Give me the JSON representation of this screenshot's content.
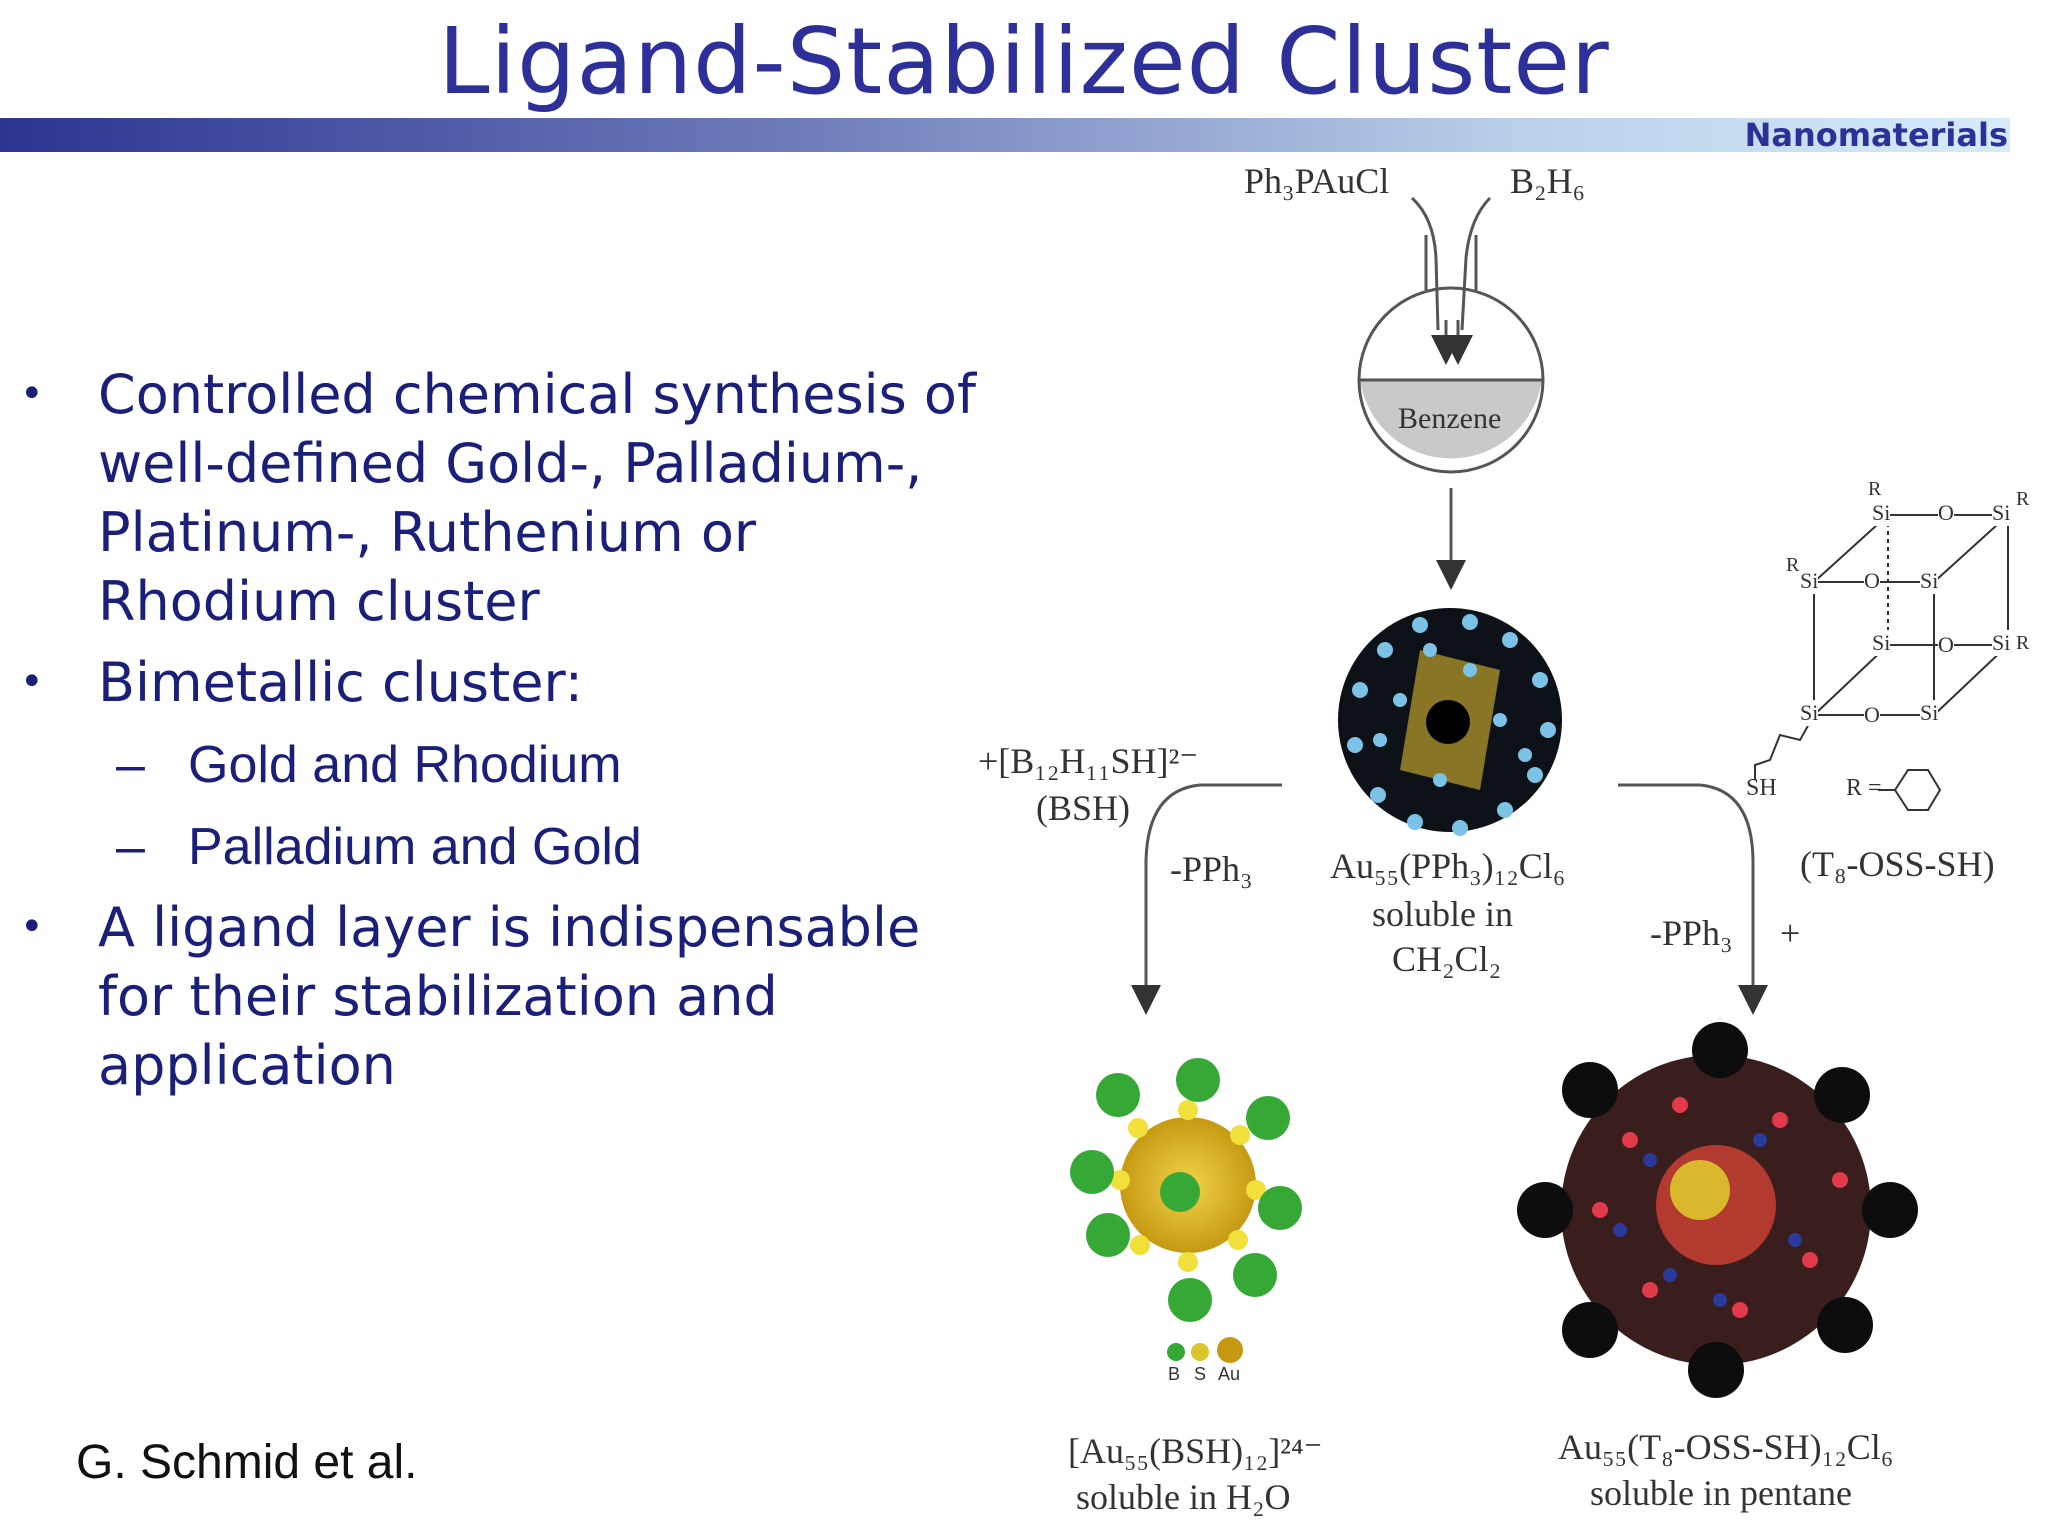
{
  "slide": {
    "title": "Ligand-Stabilized Cluster",
    "section": "Nanomaterials",
    "credit": "G. Schmid et al."
  },
  "bullets": [
    {
      "text": "Controlled chemical synthesis of well-defined Gold-, Palladium-, Platinum-, Ruthenium or Rhodium cluster"
    },
    {
      "text": "Bimetallic cluster:",
      "sub": [
        "Gold and Rhodium",
        "Palladium and Gold"
      ]
    },
    {
      "text": "A ligand layer is indispensable for their stabilization and application"
    }
  ],
  "bullet_glyph": "•",
  "dash_glyph": "–",
  "figure": {
    "reagent_left": "Ph₃PAuCl",
    "reagent_right": "B₂H₆",
    "solvent": "Benzene",
    "center_formula": "Au₅₅(PPh₃)₁₂Cl₆",
    "center_sol_1": "soluble in",
    "center_sol_2": "CH₂Cl₂",
    "left_reagent": "+[B₁₂H₁₁SH]²⁻",
    "left_reagent_abbr": "(BSH)",
    "left_loss": "-PPh₃",
    "right_loss": "-PPh₃",
    "plus": "+",
    "right_reagent": "(T₈-OSS-SH)",
    "sh_label": "SH",
    "r_equals": "R =",
    "legend_b": "B",
    "legend_s": "S",
    "legend_au": "Au",
    "bl_formula": "[Au₅₅(BSH)₁₂]²⁴⁻",
    "bl_sol": "soluble in H₂O",
    "br_formula": "Au₅₅(T₈-OSS-SH)₁₂Cl₆",
    "br_sol": "soluble in pentane",
    "si": "Si",
    "o": "O",
    "r": "R"
  },
  "colors": {
    "title": "#2e309a",
    "bullet_text": "#1a1f7a"
  }
}
